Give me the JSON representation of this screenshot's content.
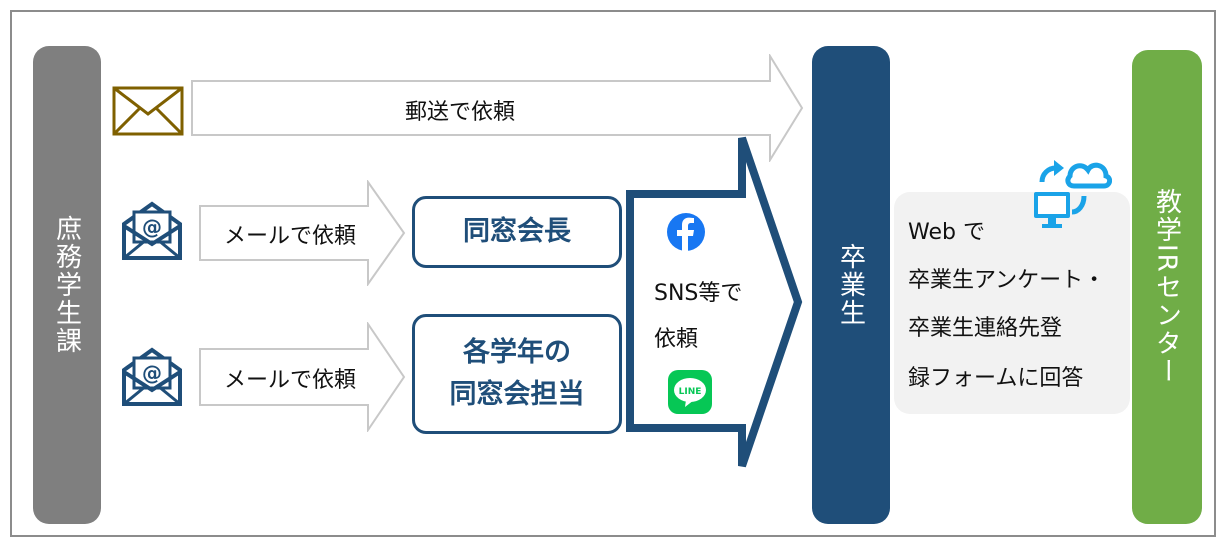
{
  "bars": {
    "left": "庶務学生課",
    "middle": "卒業生",
    "right": "教学IRセンター"
  },
  "arrows": {
    "post": "郵送で依頼",
    "mail1": "メールで依頼",
    "mail2": "メールで依頼",
    "sns_line1": "SNS等で",
    "sns_line2": "依頼"
  },
  "boxes": {
    "chair": "同窓会長",
    "grade_line1": "各学年の",
    "grade_line2": "同窓会担当"
  },
  "reply": {
    "line1": "Web で",
    "line2": "卒業生アンケート・",
    "line3": "卒業生連絡先登",
    "line4": "録フォームに回答"
  },
  "icons": {
    "envelope": "envelope-icon",
    "email": "email-open-icon",
    "facebook": "facebook-icon",
    "line": "line-icon",
    "sync": "cloud-sync-icon",
    "line_logo_text": "LINE"
  },
  "colors": {
    "gray_bar": "#7f7f7f",
    "navy": "#1f4e79",
    "green": "#70ad47",
    "envelope": "#7f6000"
  }
}
